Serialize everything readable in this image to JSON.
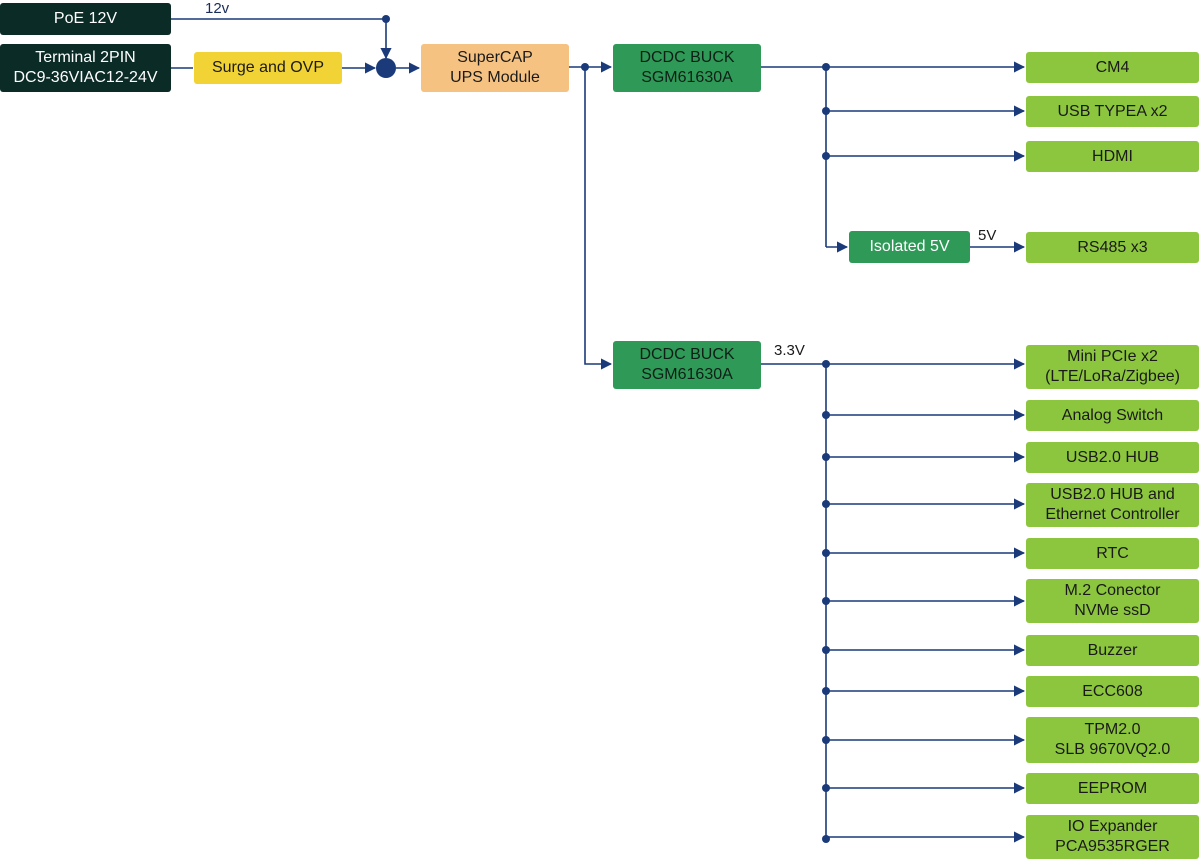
{
  "colors": {
    "wire": "#1a3a7a",
    "source_box": "#0b2b26",
    "protection_box": "#f2d335",
    "ups_box": "#f5c282",
    "buck_box": "#2f9a57",
    "load_box": "#8cc63e"
  },
  "sources": {
    "poe": "PoE 12V",
    "terminal_line1": "Terminal 2PIN",
    "terminal_line2": "DC9-36VIAC12-24V"
  },
  "protection": "Surge and OVP",
  "ups": {
    "line1": "SuperCAP",
    "line2": "UPS Module"
  },
  "buck1": {
    "line1": "DCDC BUCK",
    "line2": "SGM61630A"
  },
  "buck2": {
    "line1": "DCDC BUCK",
    "line2": "SGM61630A"
  },
  "isolated": "Isolated 5V",
  "labels": {
    "v12": "12v",
    "v5": "5V",
    "v33": "3.3V"
  },
  "loads_5v": {
    "cm4": "CM4",
    "usb_typea": "USB TYPEA x2",
    "hdmi": "HDMI",
    "rs485": "RS485 x3"
  },
  "loads_33v": {
    "mini_pcie_line1": "Mini PCIe x2",
    "mini_pcie_line2": "(LTE/LoRa/Zigbee)",
    "analog_switch": "Analog Switch",
    "usb_hub": "USB2.0 HUB",
    "usb_hub_eth_line1": "USB2.0 HUB and",
    "usb_hub_eth_line2": "Ethernet Controller",
    "rtc": "RTC",
    "m2_line1": "M.2 Conector",
    "m2_line2": "NVMe ssD",
    "buzzer": "Buzzer",
    "ecc": "ECC608",
    "tpm_line1": "TPM2.0",
    "tpm_line2": "SLB 9670VQ2.0",
    "eeprom": "EEPROM",
    "io_line1": "IO Expander",
    "io_line2": "PCA9535RGER"
  }
}
